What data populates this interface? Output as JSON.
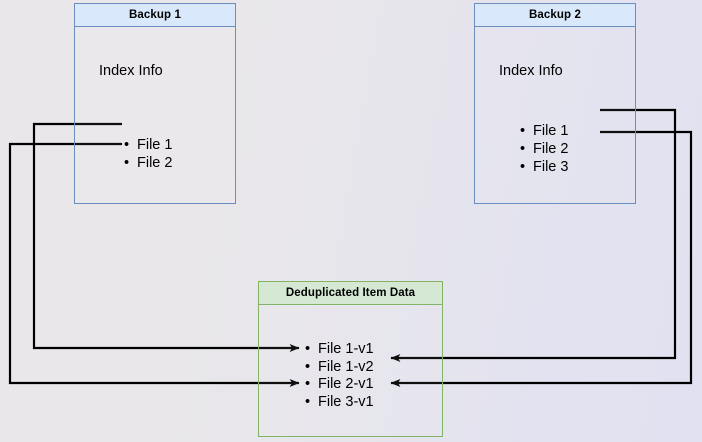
{
  "diagram": {
    "title": "Deduplicated backup index diagram",
    "background_color": "#e8e7ec",
    "colors": {
      "blue_border": "#6c8ebf",
      "blue_fill": "#dae8fc",
      "green_border": "#82b366",
      "green_fill": "#d5e8d4",
      "wire": "#000000"
    },
    "nodes": [
      {
        "id": "backup1",
        "header": "Backup 1",
        "caption": "Index Info",
        "items": [
          "File 1",
          "File 2"
        ],
        "accent": "#6c8ebf"
      },
      {
        "id": "backup2",
        "header": "Backup 2",
        "caption": "Index Info",
        "items": [
          "File 1",
          "File 2",
          "File 3"
        ],
        "accent": "#6c8ebf"
      },
      {
        "id": "dedup",
        "header": "Deduplicated Item Data",
        "caption": "",
        "items": [
          "File 1-v1",
          "File 1-v2",
          "File 2-v1",
          "File 3-v1"
        ],
        "accent": "#82b366"
      }
    ],
    "connections": [
      {
        "from": "backup1.File 1",
        "to": "dedup.File 1-v1",
        "route": "left"
      },
      {
        "from": "backup1.File 2",
        "to": "dedup.File 2-v1",
        "route": "left"
      },
      {
        "from": "backup2.File 1",
        "to": "dedup.File 1-v2",
        "route": "right"
      },
      {
        "from": "backup2.File 2",
        "to": "dedup.File 2-v1",
        "route": "right"
      }
    ]
  }
}
